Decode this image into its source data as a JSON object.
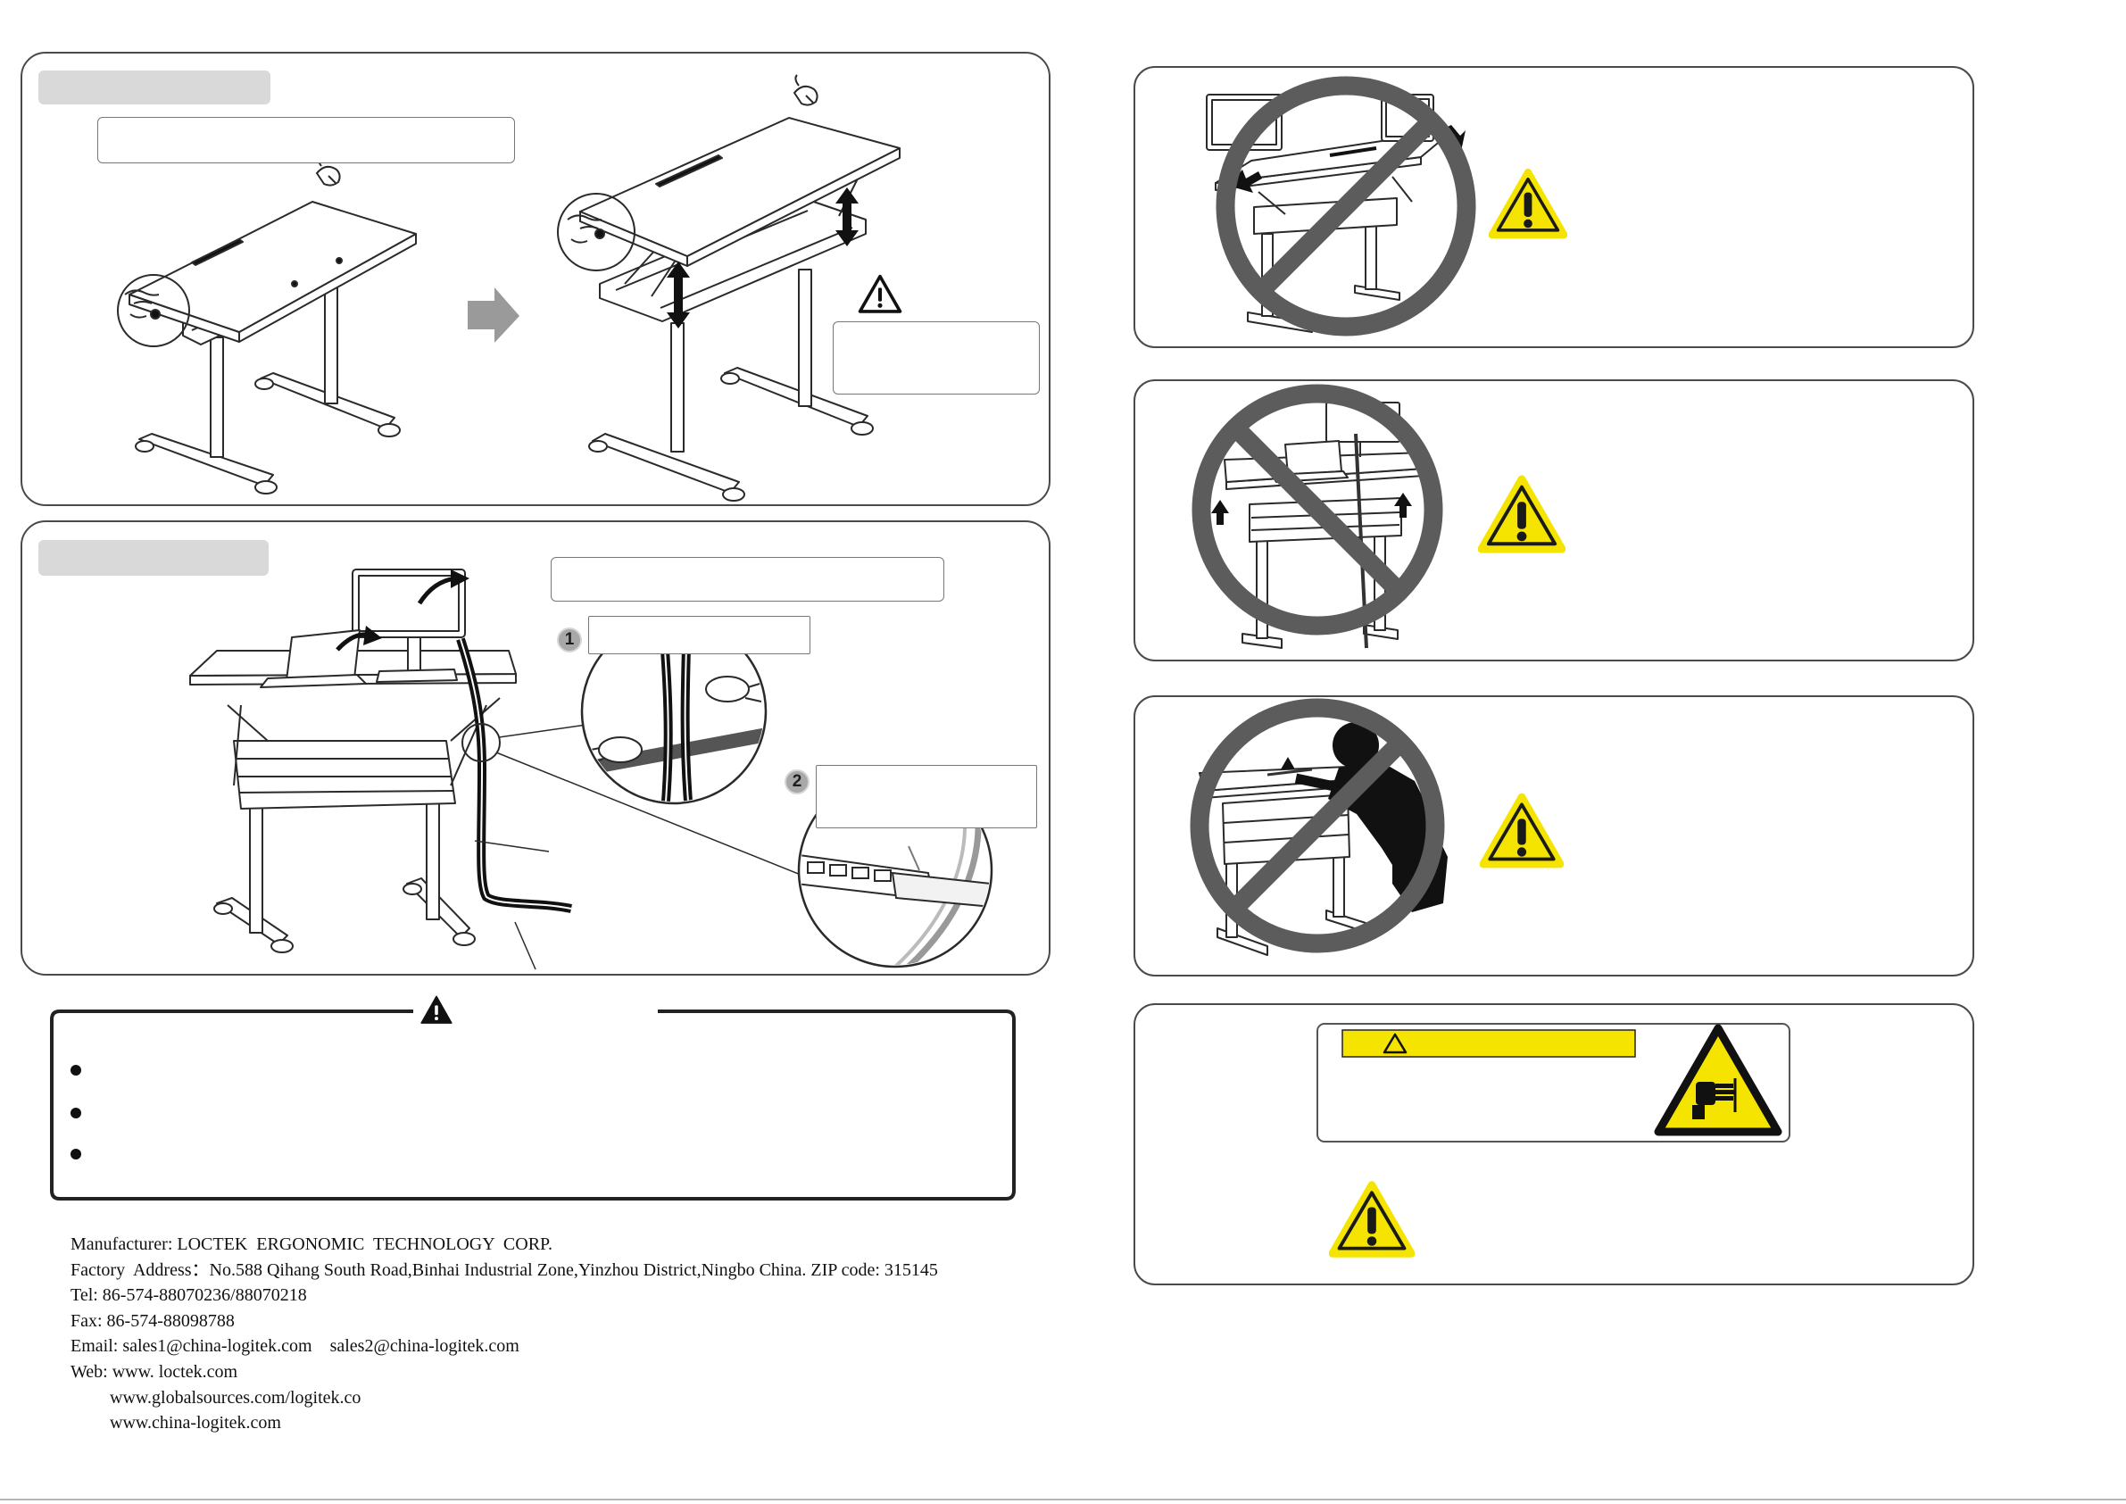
{
  "steps": [
    {
      "number": "1"
    },
    {
      "number": "2"
    }
  ],
  "footer": {
    "manufacturer": "Manufacturer: LOCTEK  ERGONOMIC  TECHNOLOGY  CORP.",
    "address": "Factory  Address：No.588 Qihang South Road,Binhai Industrial Zone,Yinzhou District,Ningbo China. ZIP code: 315145",
    "tel": "Tel: 86-574-88070236/88070218",
    "fax": "Fax: 86-574-88098788",
    "email": "Email: sales1@china-logitek.com    sales2@china-logitek.com",
    "web": "Web: www. loctek.com",
    "web_2": "www.globalsources.com/logitek.co",
    "web_3": "www.china-logitek.com"
  },
  "icons": {
    "warning": "warning-triangle-icon",
    "prohibition": "prohibition-sign-icon",
    "hand_crush": "hand-crush-hazard-icon",
    "next_step_arrow": "right-arrow-icon",
    "adjust_height": "double-arrow-icon"
  },
  "colors": {
    "warning_yellow": "#f5e400",
    "prohibition_gray": "#5c5c5c",
    "label_gray": "#d9d9d9",
    "line_art": "#2a2a2a"
  }
}
